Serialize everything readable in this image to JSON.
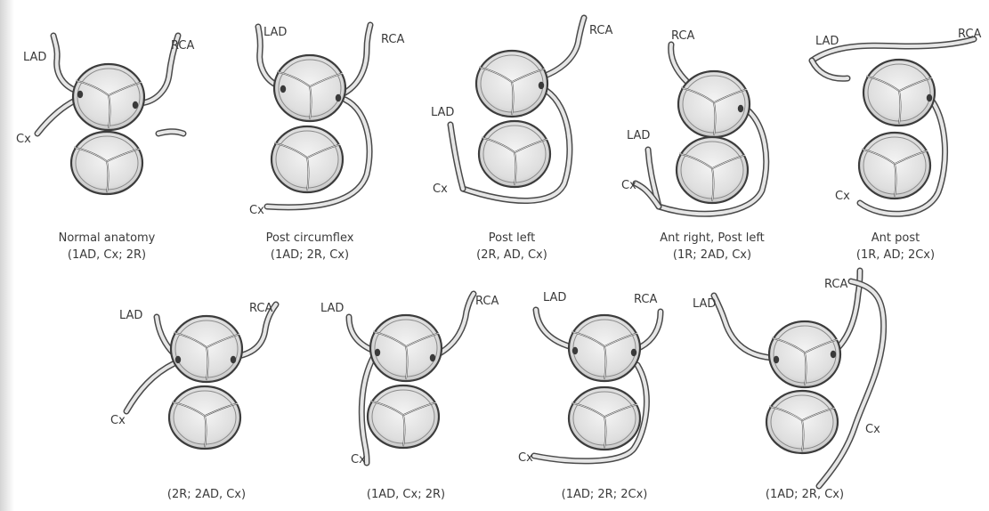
{
  "panels": [
    {
      "caption": "Normal anatomy",
      "code": "(1AD, Cx; 2R)",
      "labels": [
        "LAD",
        "RCA",
        "Cx"
      ]
    },
    {
      "caption": "Post circumflex",
      "code": "(1AD; 2R, Cx)",
      "labels": [
        "LAD",
        "RCA",
        "Cx"
      ]
    },
    {
      "caption": "Post left",
      "code": "(2R, AD, Cx)",
      "labels": [
        "LAD",
        "RCA",
        "Cx"
      ]
    },
    {
      "caption": "Ant right, Post left",
      "code": "(1R; 2AD, Cx)",
      "labels": [
        "LAD",
        "RCA",
        "Cx"
      ]
    },
    {
      "caption": "Ant post",
      "code": "(1R, AD; 2Cx)",
      "labels": [
        "LAD",
        "RCA",
        "Cx"
      ]
    },
    {
      "caption": "",
      "code": "(2R; 2AD, Cx)",
      "labels": [
        "LAD",
        "RCA",
        "Cx"
      ]
    },
    {
      "caption": "",
      "code": "(1AD, Cx; 2R)",
      "labels": [
        "LAD",
        "RCA",
        "Cx"
      ]
    },
    {
      "caption": "",
      "code": "(1AD; 2R; 2Cx)",
      "labels": [
        "LAD",
        "RCA",
        "Cx"
      ]
    },
    {
      "caption": "",
      "code": "(1AD; 2R, Cx)",
      "labels": [
        "LAD",
        "RCA",
        "Cx"
      ]
    }
  ]
}
